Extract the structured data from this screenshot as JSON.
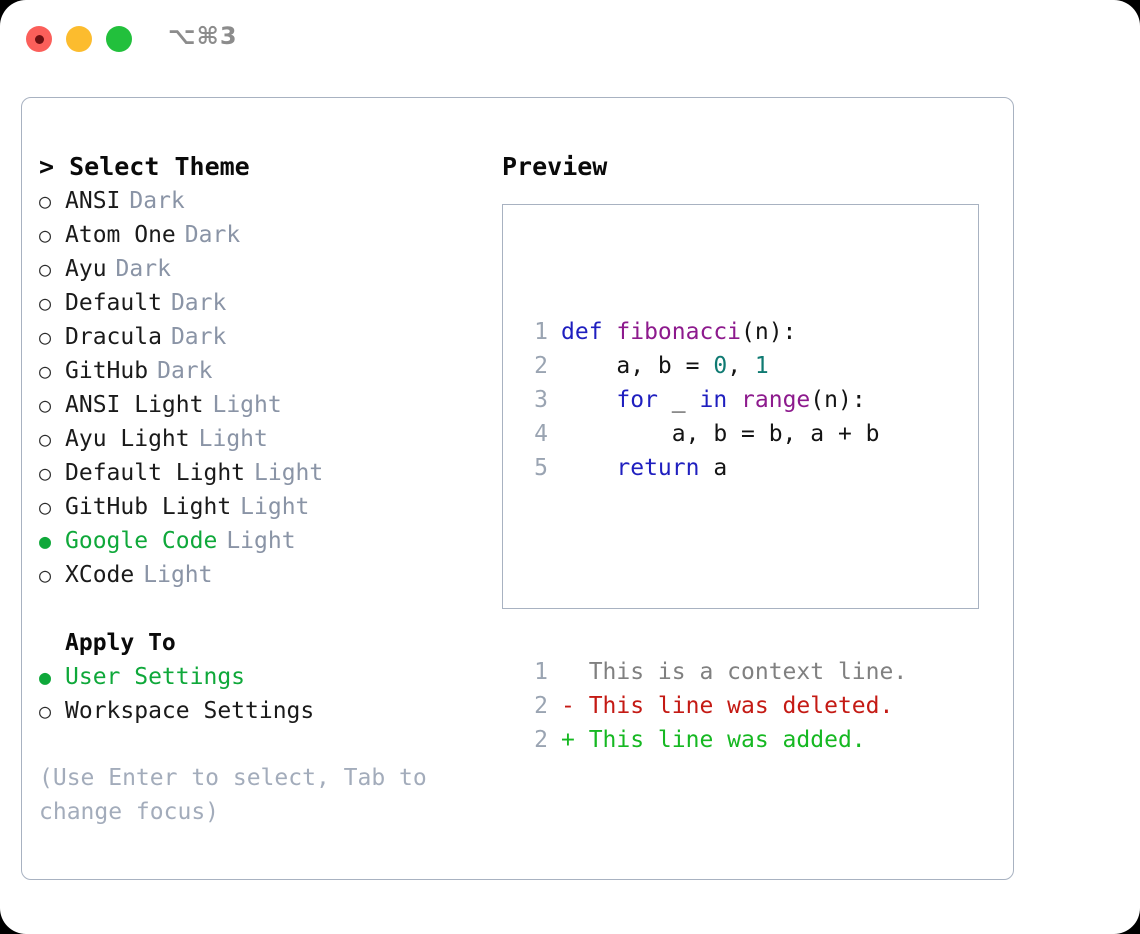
{
  "titlebar": {
    "shortcut": "⌥⌘3",
    "buttons": [
      {
        "name": "close",
        "color": "#fb5f5a"
      },
      {
        "name": "minimize",
        "color": "#fcbc2e"
      },
      {
        "name": "zoom",
        "color": "#22c03c"
      }
    ]
  },
  "theme_picker": {
    "heading": "> Select Theme",
    "bullet_unselected": "○",
    "bullet_selected": "●",
    "items": [
      {
        "label": "ANSI",
        "tag": "Dark",
        "selected": false
      },
      {
        "label": "Atom One",
        "tag": "Dark",
        "selected": false
      },
      {
        "label": "Ayu",
        "tag": "Dark",
        "selected": false
      },
      {
        "label": "Default",
        "tag": "Dark",
        "selected": false
      },
      {
        "label": "Dracula",
        "tag": "Dark",
        "selected": false
      },
      {
        "label": "GitHub",
        "tag": "Dark",
        "selected": false
      },
      {
        "label": "ANSI Light",
        "tag": "Light",
        "selected": false
      },
      {
        "label": "Ayu Light",
        "tag": "Light",
        "selected": false
      },
      {
        "label": "Default Light",
        "tag": "Light",
        "selected": false
      },
      {
        "label": "GitHub Light",
        "tag": "Light",
        "selected": false
      },
      {
        "label": "Google Code",
        "tag": "Light",
        "selected": true
      },
      {
        "label": "XCode",
        "tag": "Light",
        "selected": false
      }
    ]
  },
  "apply_to": {
    "heading": "Apply To",
    "items": [
      {
        "label": "User Settings",
        "selected": true
      },
      {
        "label": "Workspace Settings",
        "selected": false
      }
    ]
  },
  "hint": "(Use Enter to select, Tab to change focus)",
  "preview": {
    "heading": "Preview",
    "code_lines": [
      {
        "num": "1",
        "tokens": [
          {
            "t": "def ",
            "c": "kw"
          },
          {
            "t": "fibonacci",
            "c": "fn"
          },
          {
            "t": "(n):",
            "c": "pl"
          }
        ]
      },
      {
        "num": "2",
        "tokens": [
          {
            "t": "    a, b = ",
            "c": "pl"
          },
          {
            "t": "0",
            "c": "num"
          },
          {
            "t": ", ",
            "c": "pl"
          },
          {
            "t": "1",
            "c": "num"
          }
        ]
      },
      {
        "num": "3",
        "tokens": [
          {
            "t": "    for ",
            "c": "kw"
          },
          {
            "t": "_ ",
            "c": "pl"
          },
          {
            "t": "in ",
            "c": "kw"
          },
          {
            "t": "range",
            "c": "fn"
          },
          {
            "t": "(n):",
            "c": "pl"
          }
        ]
      },
      {
        "num": "4",
        "tokens": [
          {
            "t": "        a, b = b, a + b",
            "c": "pl"
          }
        ]
      },
      {
        "num": "5",
        "tokens": [
          {
            "t": "    return ",
            "c": "kw"
          },
          {
            "t": "a",
            "c": "pl"
          }
        ]
      }
    ],
    "diff_lines": [
      {
        "num": "1",
        "text": "  This is a context line.",
        "kind": "ctx"
      },
      {
        "num": "2",
        "text": "- This line was deleted.",
        "kind": "del"
      },
      {
        "num": "2",
        "text": "+ This line was added.",
        "kind": "add"
      }
    ]
  },
  "colors": {
    "accent_green": "#0fa83a",
    "muted": "#8a94a6",
    "border": "#a8b2c1",
    "keyword": "#1f1fbf",
    "function": "#8d1a8d",
    "number": "#0f7a72",
    "added": "#16b822",
    "deleted": "#c41a14",
    "context": "#808080"
  }
}
